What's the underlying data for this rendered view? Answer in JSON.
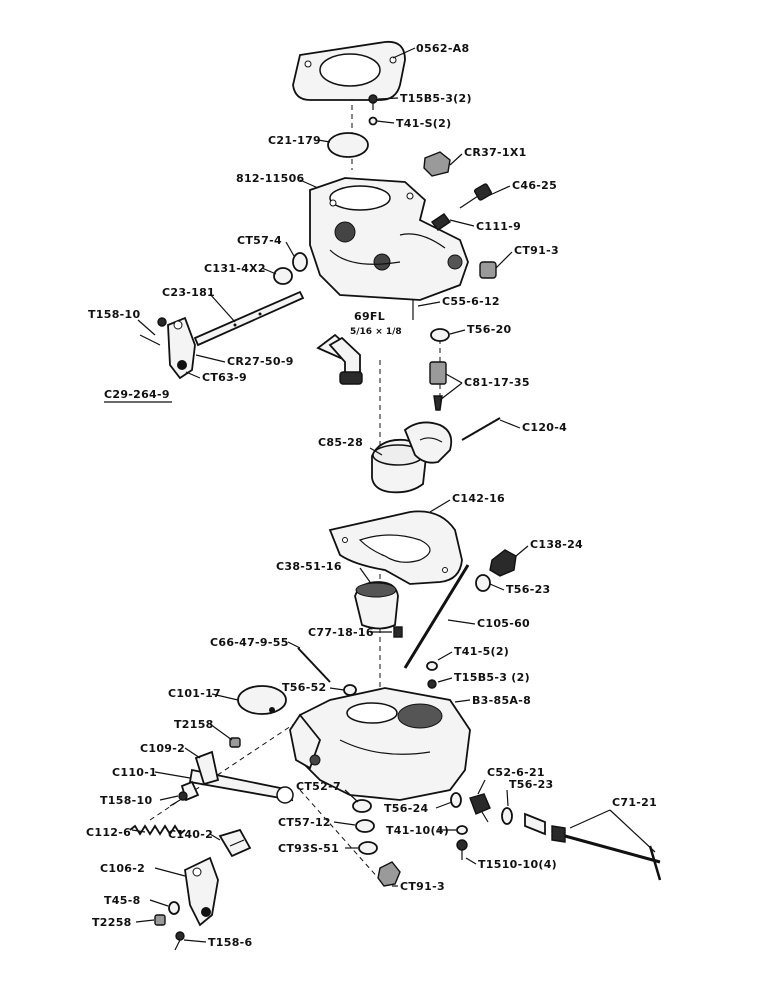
{
  "labels": {
    "l0562": "0562-A8",
    "lT15853a": "T15B5-3(2)",
    "lT41s": "T41-S(2)",
    "lC21": "C21-179",
    "lCR37": "CR37-1X1",
    "l812": "812-11506",
    "lC46": "C46-25",
    "lC111": "C111-9",
    "lCT57a": "CT57-4",
    "lCT91a": "CT91-3",
    "lC131": "C131-4X2",
    "lC23": "C23-181",
    "lC55": "C55-6-12",
    "lT158a": "T158-10",
    "l69fl": "69FL",
    "l69frac": "5/16 × 1/8",
    "lT56a": "T56-20",
    "lCR27": "CR27-50-9",
    "lCT63": "CT63-9",
    "lC81": "C81-17-35",
    "lC29": "C29-264-9",
    "lC120": "C120-4",
    "lC85": "C85-28",
    "lC142": "C142-16",
    "lC138": "C138-24",
    "lC38": "C38-51-16",
    "lT56b": "T56-23",
    "lC105": "C105-60",
    "lC77": "C77-18-16",
    "lC66": "C66-47-9-55",
    "lT41b": "T41-5(2)",
    "lT15853b": "T15B5-3 (2)",
    "lC101": "C101-17",
    "lT56c": "T56-52",
    "lB3": "B3-85A-8",
    "lT2158": "T2158",
    "lC109": "C109-2",
    "lC110": "C110-1",
    "lCT52": "CT52-7",
    "lC52": "C52-6-21",
    "lC71": "C71-21",
    "lT158b": "T158-10",
    "lT56d": "T56-24",
    "lT56e": "T56-23",
    "lCT57b": "CT57-12",
    "lT41c": "T41-10(4)",
    "lC112": "C112-6",
    "lC140": "C140-2",
    "lCT93": "CT93S-51",
    "lT1510": "T1510-10(4)",
    "lC106": "C106-2",
    "lCT91b": "CT91-3",
    "lT45": "T45-8",
    "lT2258": "T2258",
    "lT158c": "T158-6"
  }
}
